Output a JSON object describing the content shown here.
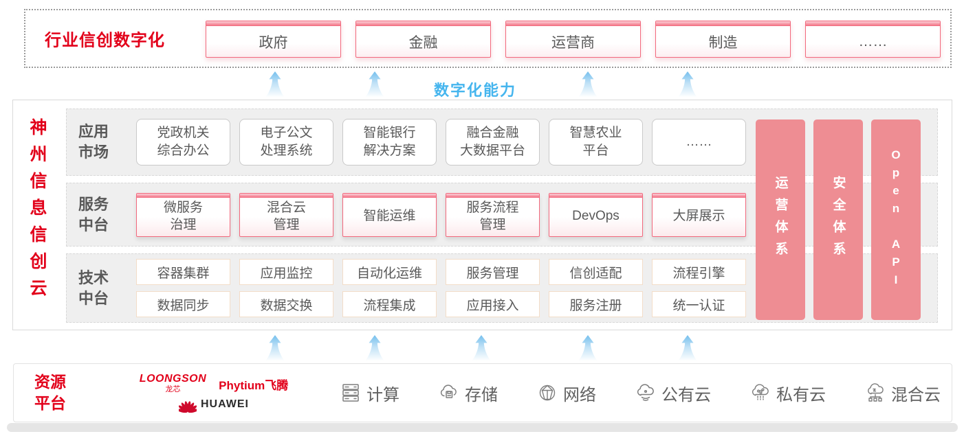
{
  "colors": {
    "brand_red": "#e2001a",
    "pillar_pink": "#ee8d93",
    "card_border_pink": "#f2697d",
    "capability_blue": "#45b5ee",
    "arrow_blue": "#7cc3ee",
    "row_gray": "#efefef"
  },
  "top": {
    "label": "行业信创数字化",
    "industries": [
      {
        "label": "政府"
      },
      {
        "label": "金融"
      },
      {
        "label": "运营商"
      },
      {
        "label": "制造"
      },
      {
        "label": "……"
      }
    ]
  },
  "capability": {
    "label": "数字化能力"
  },
  "main": {
    "title": "神州信息信创云",
    "app_row": {
      "label": "应用\n市场",
      "items": [
        {
          "label": "党政机关\n综合办公"
        },
        {
          "label": "电子公文\n处理系统"
        },
        {
          "label": "智能银行\n解决方案"
        },
        {
          "label": "融合金融\n大数据平台"
        },
        {
          "label": "智慧农业\n平台"
        },
        {
          "label": "……"
        }
      ]
    },
    "service_row": {
      "label": "服务\n中台",
      "items": [
        {
          "label": "微服务\n治理"
        },
        {
          "label": "混合云\n管理"
        },
        {
          "label": "智能运维"
        },
        {
          "label": "服务流程\n管理"
        },
        {
          "label": "DevOps"
        },
        {
          "label": "大屏展示"
        }
      ]
    },
    "tech_row": {
      "label": "技术\n中台",
      "items_row1": [
        {
          "label": "容器集群"
        },
        {
          "label": "应用监控"
        },
        {
          "label": "自动化运维"
        },
        {
          "label": "服务管理"
        },
        {
          "label": "信创适配"
        },
        {
          "label": "流程引擎"
        }
      ],
      "items_row2": [
        {
          "label": "数据同步"
        },
        {
          "label": "数据交换"
        },
        {
          "label": "流程集成"
        },
        {
          "label": "应用接入"
        },
        {
          "label": "服务注册"
        },
        {
          "label": "统一认证"
        }
      ]
    },
    "pillars": [
      {
        "label": "运营体系"
      },
      {
        "label": "安全体系"
      },
      {
        "label": "Open API"
      }
    ]
  },
  "resource": {
    "label": "资源\n平台",
    "vendors": [
      {
        "name": "LOONGSON",
        "sub": "龙芯"
      },
      {
        "name": "Phytium飞腾"
      },
      {
        "name": "HUAWEI"
      }
    ],
    "items": [
      {
        "icon": "compute-icon",
        "label": "计算"
      },
      {
        "icon": "storage-icon",
        "label": "存储"
      },
      {
        "icon": "network-icon",
        "label": "网络"
      },
      {
        "icon": "public-cloud-icon",
        "label": "公有云"
      },
      {
        "icon": "private-cloud-icon",
        "label": "私有云"
      },
      {
        "icon": "hybrid-cloud-icon",
        "label": "混合云"
      }
    ]
  }
}
